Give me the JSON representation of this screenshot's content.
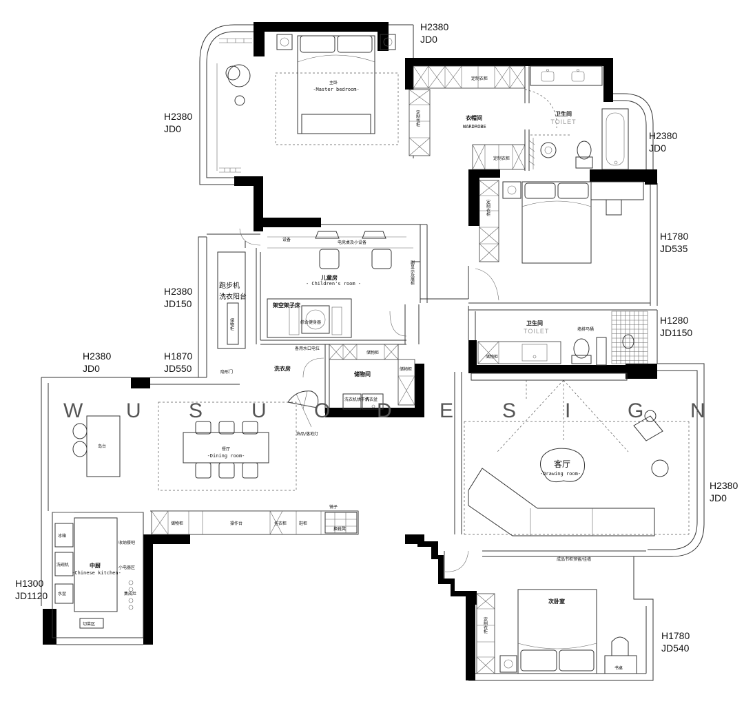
{
  "height_notes": [
    {
      "id": "hn1a",
      "text": "H2380"
    },
    {
      "id": "hn1b",
      "text": "JD0"
    },
    {
      "id": "hn2a",
      "text": "H2380"
    },
    {
      "id": "hn2b",
      "text": "JD0"
    },
    {
      "id": "hn3a",
      "text": "H2380"
    },
    {
      "id": "hn3b",
      "text": "JD0"
    },
    {
      "id": "hn4a",
      "text": "H1780"
    },
    {
      "id": "hn4b",
      "text": "JD535"
    },
    {
      "id": "hn5a",
      "text": "H2380"
    },
    {
      "id": "hn5b",
      "text": "JD150"
    },
    {
      "id": "hn6a",
      "text": "H1280"
    },
    {
      "id": "hn6b",
      "text": "JD1150"
    },
    {
      "id": "hn7a",
      "text": "H2380"
    },
    {
      "id": "hn7b",
      "text": "JD0"
    },
    {
      "id": "hn8a",
      "text": "H1870"
    },
    {
      "id": "hn8b",
      "text": "JD550"
    },
    {
      "id": "hn9a",
      "text": "H2380"
    },
    {
      "id": "hn9b",
      "text": "JD0"
    },
    {
      "id": "hn10a",
      "text": "H1300"
    },
    {
      "id": "hn10b",
      "text": "JD1120"
    },
    {
      "id": "hn11a",
      "text": "H1780"
    },
    {
      "id": "hn11b",
      "text": "JD540"
    }
  ],
  "rooms": {
    "master_cn": "主卧",
    "master_en": "-Master bedroom-",
    "wardrobe_cn": "衣帽间",
    "wardrobe_en": "WARDROBE",
    "toilet1_cn": "卫生间",
    "toilet1_en": "TOILET",
    "children_cn": "儿童房",
    "children_en": "- Children's room -",
    "toilet2_cn": "卫生间",
    "toilet2_en": "TOILET",
    "laundry": "洗衣房",
    "storage": "储物间",
    "dining_cn": "餐厅",
    "dining_en": "-Dining room-",
    "living_cn": "客厅",
    "living_en": "-Drawing room-",
    "kitchen_cn": "中厨",
    "kitchen_en": "-Chinese kitchen-",
    "second_bed": "次卧室"
  },
  "labels": {
    "custom_wardrobe": "定制衣柜",
    "custom_wardrobe_v": "定制衣柜",
    "custom_wardrobe_b": "定制衣柜",
    "equipment": "设备",
    "esports": "电竞桌及小设备",
    "display_cab": "副显示及展柜",
    "treadmill": "跑步机",
    "laundry_balcony": "洗衣阳台",
    "storage_cab_v": "储物柜",
    "loft_bed": "架空架子床",
    "fitness": "综合健身器",
    "spare_water": "备用水口电位",
    "hidden_door": "隐形门",
    "storage_cab1": "储物柜",
    "storage_cab2": "储物柜",
    "storage_cab3": "储物柜",
    "washer_dryer": "洗衣机烘干机",
    "basin": "洗衣盆",
    "floor_lamp": "饰品/落地灯",
    "wall_toilet": "墙排马桶",
    "island": "岛台",
    "storage_cab4": "储物柜",
    "counter": "操作台",
    "coat_cab": "挂衣柜",
    "shoe_cab": "鞋柜",
    "mirror": "镜子",
    "shoe_bench": "换鞋凳",
    "fridge": "冰箱",
    "dishwasher": "洗碗机",
    "sink": "水盆",
    "cutting": "切菜区",
    "bar": "收纳餐吧",
    "appliance": "小电器区",
    "stove": "集成灶",
    "bookshelf_note": "成品书柜预留/挂墙",
    "desk": "书桌"
  },
  "watermark": [
    "W",
    "U",
    "S",
    "U",
    "O",
    "D",
    "E",
    "S",
    "I",
    "G",
    "N"
  ]
}
